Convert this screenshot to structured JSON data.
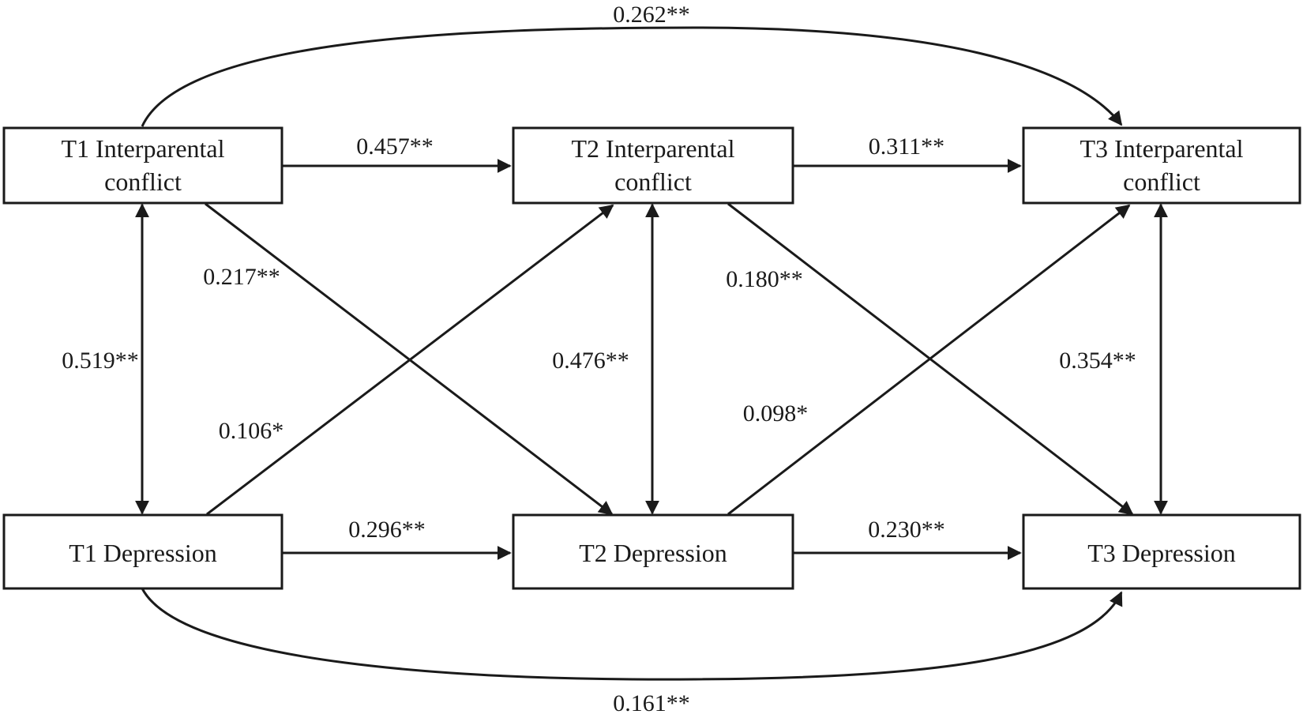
{
  "nodes": {
    "t1_conflict": {
      "line1": "T1 Interparental",
      "line2": "conflict"
    },
    "t2_conflict": {
      "line1": "T2 Interparental",
      "line2": "conflict"
    },
    "t3_conflict": {
      "line1": "T3 Interparental",
      "line2": "conflict"
    },
    "t1_depression": {
      "label": "T1 Depression"
    },
    "t2_depression": {
      "label": "T2 Depression"
    },
    "t3_depression": {
      "label": "T3 Depression"
    }
  },
  "coefficients": {
    "t1c_t3c": "0.262**",
    "t1c_t2c": "0.457**",
    "t2c_t3c": "0.311**",
    "t1c_t2d": "0.217**",
    "t2c_t3d": "0.180**",
    "t1c_t1d": "0.519**",
    "t2c_t2d": "0.476**",
    "t3c_t3d": "0.354**",
    "t1d_t2c": "0.106*",
    "t2d_t3c": "0.098*",
    "t1d_t2d": "0.296**",
    "t2d_t3d": "0.230**",
    "t1d_t3d": "0.161**"
  }
}
